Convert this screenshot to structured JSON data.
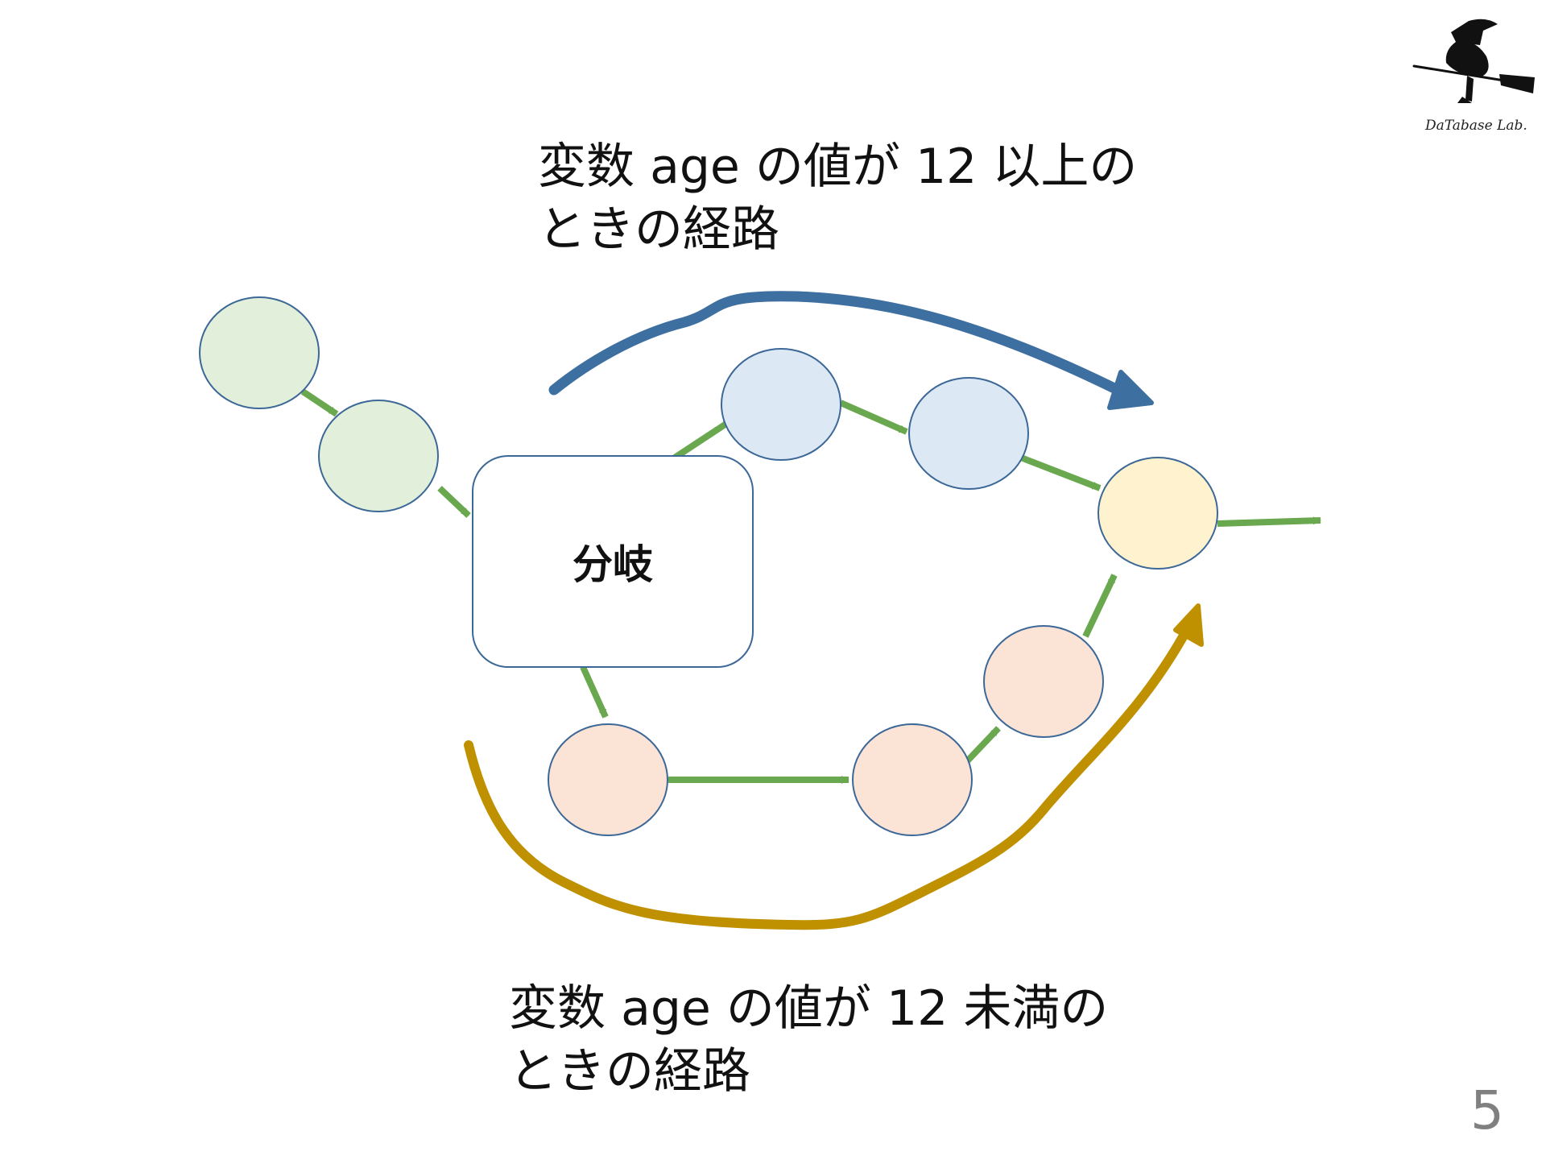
{
  "captions": {
    "upper_path": [
      "変数 age の値が 12 以上の",
      "ときの経路"
    ],
    "lower_path": [
      "変数 age の値が 12 未満の",
      "ときの経路"
    ]
  },
  "branch_box": {
    "label": "分岐"
  },
  "page_number": "5",
  "logo": {
    "text": "DaTabase Lab."
  },
  "colors": {
    "start_node_fill": "#e2efda",
    "upper_node_fill": "#dde8f5",
    "lower_node_fill": "#fbe3d6",
    "merge_node_fill": "#fff3cf",
    "node_stroke": "#3c6898",
    "flow_arrow": "#6aa84f",
    "upper_path_arrow": "#3d6fa0",
    "lower_path_arrow": "#bf9000"
  }
}
